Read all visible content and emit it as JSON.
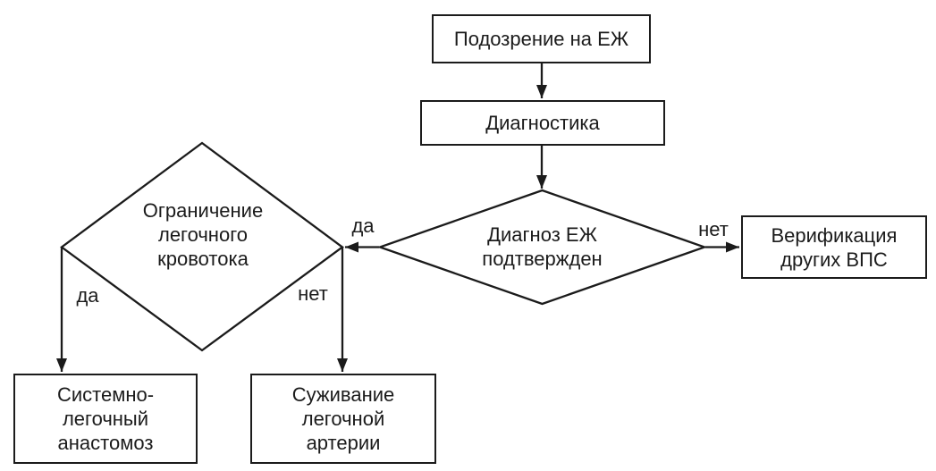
{
  "colors": {
    "background": "#ffffff",
    "stroke": "#1b1b1b",
    "node_fill": "#ffffff",
    "text": "#1b1b1b"
  },
  "nodes": {
    "suspicion": {
      "type": "process",
      "lines": [
        "Подозрение на ЕЖ"
      ]
    },
    "diagnostics": {
      "type": "process",
      "lines": [
        "Диагностика"
      ]
    },
    "diagnosis_confirmed": {
      "type": "decision",
      "lines": [
        "Диагноз ЕЖ",
        "подтвержден"
      ]
    },
    "verification": {
      "type": "process",
      "lines": [
        "Верификация",
        "других ВПС"
      ]
    },
    "flow_limitation": {
      "type": "decision",
      "lines": [
        "Ограничение",
        "легочного",
        "кровотока"
      ]
    },
    "anastomosis": {
      "type": "process",
      "lines": [
        "Системно-",
        "легочный",
        "анастомоз"
      ]
    },
    "banding": {
      "type": "process",
      "lines": [
        "Суживание",
        "легочной",
        "артерии"
      ]
    }
  },
  "edge_labels": {
    "diagnosis_yes": "да",
    "diagnosis_no": "нет",
    "limitation_yes": "да",
    "limitation_no": "нет"
  }
}
